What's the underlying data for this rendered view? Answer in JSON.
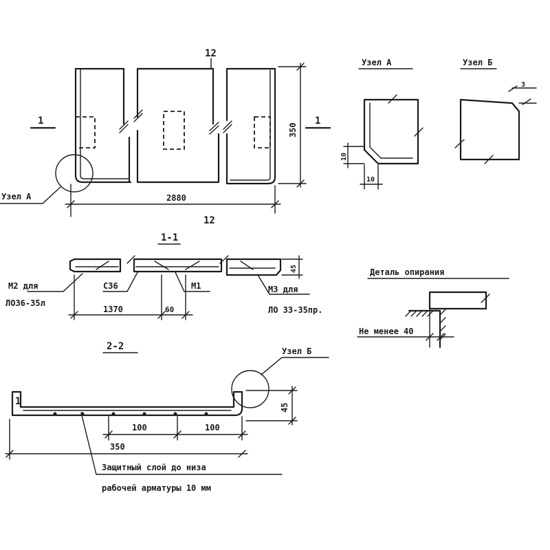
{
  "plan": {
    "top_label": "12",
    "bottom_label": "12",
    "length_dim": "2880",
    "height_dim": "350",
    "section_left": "1",
    "section_right": "1",
    "node_a_callout": "Узел А"
  },
  "section_1_1": {
    "title": "1-1",
    "height_dim": "45",
    "dim_1370": "1370",
    "dim_60": "60",
    "label_c36": "С36",
    "label_m1": "М1",
    "label_m2_line1": "М2 для",
    "label_m2_line2": "ЛО36-35л",
    "label_m3_line1": "М3 для",
    "label_m3_line2": "ЛО 33-35пр."
  },
  "node_a": {
    "title": "Узел А",
    "dim_10v": "10",
    "dim_10h": "10"
  },
  "node_b": {
    "title": "Узел Б",
    "dim_3": "3"
  },
  "support_detail": {
    "title": "Деталь опирания",
    "label": "Не менее 40"
  },
  "section_2_2": {
    "title": "2-2",
    "label_1": "1",
    "dim_100a": "100",
    "dim_100b": "100",
    "dim_350": "350",
    "height_dim": "45",
    "node_b_callout": "Узел Б",
    "note_line1": "Защитный слой до низа",
    "note_line2": "рабочей арматуры 10 мм"
  }
}
